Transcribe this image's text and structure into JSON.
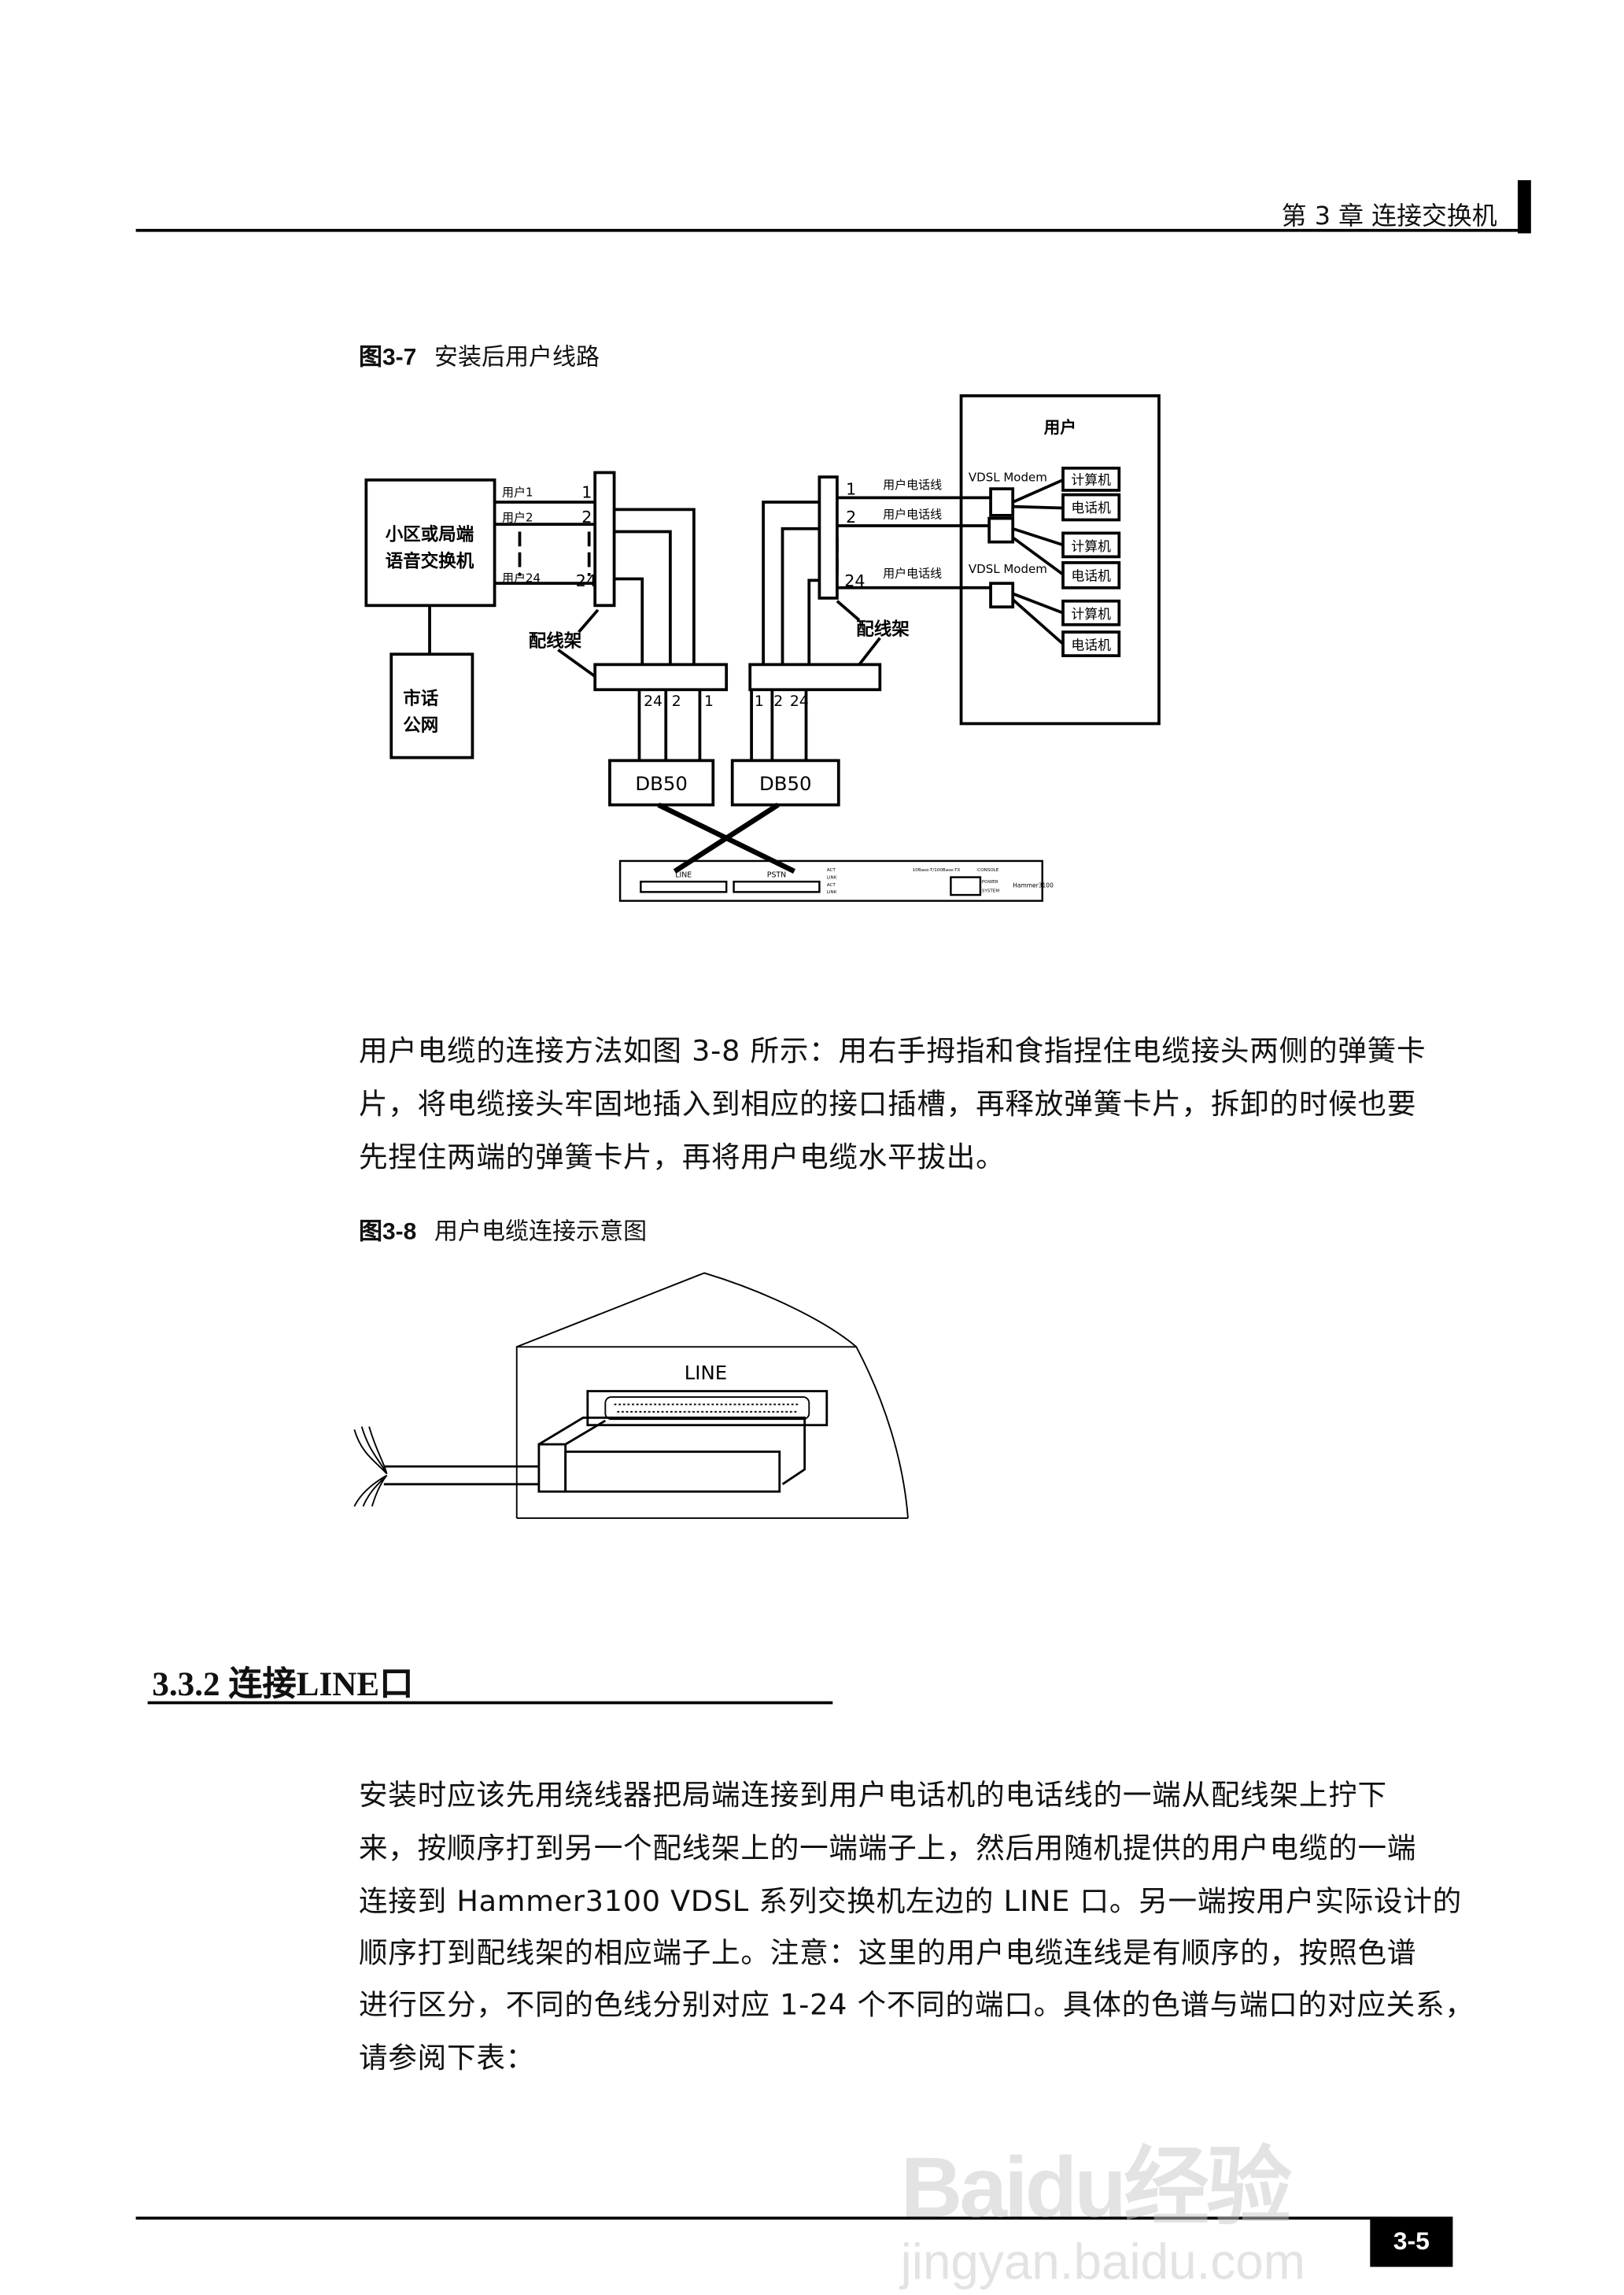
{
  "header": {
    "chapter": "第 3 章  连接交换机"
  },
  "figure_3_7": {
    "label": "图3-7",
    "caption": "安装后用户线路",
    "exchange": [
      "小区或局端",
      "语音交换机"
    ],
    "pstn": [
      "市话",
      "公网"
    ],
    "user_lines_left": [
      "用户1",
      "用户2",
      "用户24"
    ],
    "port_numbers": [
      "1",
      "2",
      "24"
    ],
    "frame_label": "配线架",
    "user_phone_line": "用户电话线",
    "user_area_title": "用户",
    "modem_label": "VDSL Modem",
    "computer": "计算机",
    "telephone": "电话机",
    "db50": "DB50",
    "switch_ports": [
      "LINE",
      "PSTN"
    ],
    "switch_leds": [
      "ACT",
      "LINK",
      "ACT",
      "LINK"
    ],
    "switch_eth": "10Base-T/100Base-TX",
    "switch_console": "CONSOLE",
    "switch_power": "POWER",
    "switch_system": "SYSTEM",
    "switch_model": "Hammer3100"
  },
  "paragraph1": [
    "用户电缆的连接方法如图 3-8  所示：用右手拇指和食指捏住电缆接头两侧的弹簧卡",
    "片，将电缆接头牢固地插入到相应的接口插槽，再释放弹簧卡片，拆卸的时候也要",
    "先捏住两端的弹簧卡片，再将用户电缆水平拔出。"
  ],
  "figure_3_8": {
    "label": "图3-8",
    "caption": "用户电缆连接示意图",
    "port_label": "LINE"
  },
  "section": {
    "title": "3.3.2  连接LINE口"
  },
  "paragraph2": [
    "安装时应该先用绕线器把局端连接到用户电话机的电话线的一端从配线架上拧下",
    "来，按顺序打到另一个配线架上的一端端子上，然后用随机提供的用户电缆的一端",
    "连接到 Hammer3100 VDSL 系列交换机左边的 LINE 口。另一端按用户实际设计的",
    "顺序打到配线架的相应端子上。注意：这里的用户电缆连线是有顺序的，按照色谱",
    "进行区分，不同的色线分别对应 1-24 个不同的端口。具体的色谱与端口的对应关系，",
    "请参阅下表："
  ],
  "footer": {
    "page": "3-5",
    "watermark": "Baidu经验",
    "watermark_url": "jingyan.baidu.com"
  }
}
